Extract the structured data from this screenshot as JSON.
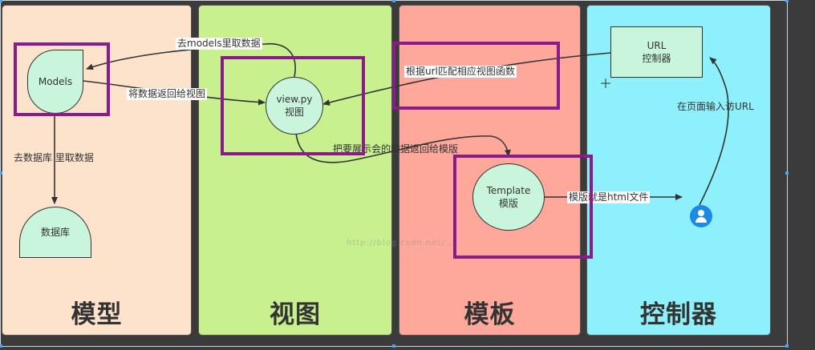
{
  "panels": {
    "model": {
      "title": "模型",
      "color": "#fde3cc"
    },
    "view": {
      "title": "视图",
      "color": "#c8f08f"
    },
    "template": {
      "title": "模板",
      "color": "#fda89a"
    },
    "controller": {
      "title": "控制器",
      "color": "#8ef0fa"
    }
  },
  "nodes": {
    "models": {
      "line1": "Models"
    },
    "database": {
      "line1": "数据库"
    },
    "view": {
      "line1": "view.py",
      "line2": "视图"
    },
    "url": {
      "line1": "URL",
      "line2": "控制器"
    },
    "template": {
      "line1": "Template",
      "line2": "模版"
    }
  },
  "labels": {
    "fetch_from_models": "去models里取数据",
    "return_to_view": "将数据返回给视图",
    "fetch_from_db": "去数据库 里取数据",
    "match_url": "根据url匹配相应视图函数",
    "return_to_template": "把要展示会的数据返回给模版",
    "template_is_html": "模版就是html文件",
    "enter_url": "在页面输入访URL"
  },
  "watermark": "http://blog.csdn.net/...",
  "colors": {
    "node_fill": "#c8f5dc",
    "highlight": "#8b1a8b",
    "user_icon": "#1e88e5"
  }
}
